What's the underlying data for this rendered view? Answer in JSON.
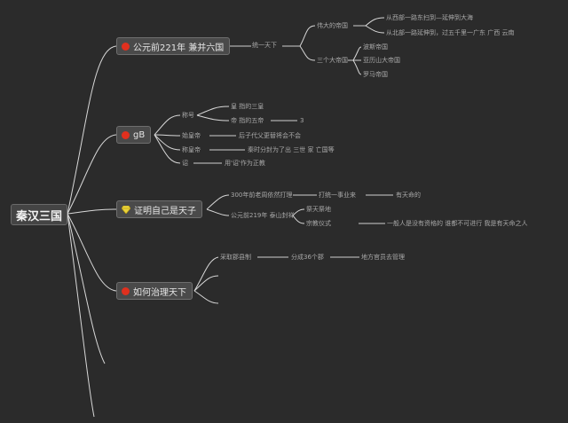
{
  "root": "秦汉三国",
  "branches": [
    {
      "label": "公元前221年 兼并六国",
      "icon": "red-dot-icon"
    },
    {
      "label": "gB",
      "icon": "red-dot-icon"
    },
    {
      "label": "证明自己是天子",
      "icon": "gem-icon"
    },
    {
      "label": "如何治理天下",
      "icon": "red-dot-icon"
    }
  ],
  "leaves": {
    "unify": "统一天下",
    "great_qin": "伟大的帝国",
    "west_east": "从西部一路东扫到—延伸到大海",
    "north_south": "从北部一路延伸到，过五千里一广东 广西 云南",
    "three_empires": "三个大帝国",
    "empire_1": "波斯帝国",
    "empire_2": "亚历山大帝国",
    "empire_3": "罗马帝国",
    "title": "称号",
    "huang": "皇 指的三皇",
    "di": "帝 指的五帝",
    "qi": "3",
    "shi": "始皇帝",
    "shi_desc": "后子代父更替将会不会",
    "zhen": "称皇帝",
    "zhen_desc": "秦时分封为了出 三世 家 亡国等",
    "zhao": "诏",
    "zhao_desc": "用'诏'作为正教",
    "three_hundred": "300年前老周依然打理",
    "yishi": "打统一事业来",
    "tianming": "有天命的",
    "fengshan": "公元前219年 泰山封禅",
    "sacrifice": "祭天祭地",
    "ritual": "宗教仪式",
    "ritual_desc": "一般人是没有资格的 谁都不可进行 我是有天命之人",
    "junxian": "采取郡县制",
    "fen": "分成36个郡",
    "local": "地方官员去管理"
  },
  "colors": {
    "background": "#2b2b2b",
    "node_fill": "#4a4a4a",
    "edge": "#d8d8d8",
    "red_marker": "#e0301e",
    "gem": "#e8d23a"
  }
}
